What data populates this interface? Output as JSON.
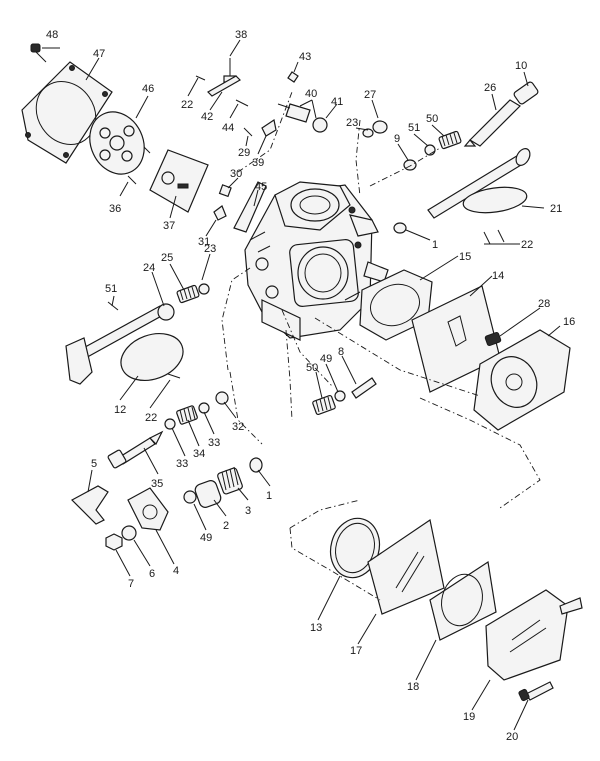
{
  "diagram": {
    "type": "exploded-parts-view",
    "callouts": [
      {
        "id": "c48",
        "label": "48"
      },
      {
        "id": "c47",
        "label": "47"
      },
      {
        "id": "c46",
        "label": "46"
      },
      {
        "id": "c36",
        "label": "36"
      },
      {
        "id": "c37",
        "label": "37"
      },
      {
        "id": "c38",
        "label": "38"
      },
      {
        "id": "c22a",
        "label": "22"
      },
      {
        "id": "c42",
        "label": "42"
      },
      {
        "id": "c44",
        "label": "44"
      },
      {
        "id": "c43",
        "label": "43"
      },
      {
        "id": "c40",
        "label": "40"
      },
      {
        "id": "c41",
        "label": "41"
      },
      {
        "id": "c29",
        "label": "29"
      },
      {
        "id": "c39",
        "label": "39"
      },
      {
        "id": "c30",
        "label": "30"
      },
      {
        "id": "c45",
        "label": "45"
      },
      {
        "id": "c31",
        "label": "31"
      },
      {
        "id": "c27",
        "label": "27"
      },
      {
        "id": "c23a",
        "label": "23"
      },
      {
        "id": "c9",
        "label": "9"
      },
      {
        "id": "c51a",
        "label": "51"
      },
      {
        "id": "c50a",
        "label": "50"
      },
      {
        "id": "c26",
        "label": "26"
      },
      {
        "id": "c10",
        "label": "10"
      },
      {
        "id": "c21",
        "label": "21"
      },
      {
        "id": "c22b",
        "label": "22"
      },
      {
        "id": "c1a",
        "label": "1"
      },
      {
        "id": "c23b",
        "label": "23"
      },
      {
        "id": "c25",
        "label": "25"
      },
      {
        "id": "c24",
        "label": "24"
      },
      {
        "id": "c51b",
        "label": "51"
      },
      {
        "id": "c15",
        "label": "15"
      },
      {
        "id": "c14",
        "label": "14"
      },
      {
        "id": "c28",
        "label": "28"
      },
      {
        "id": "c16",
        "label": "16"
      },
      {
        "id": "c12",
        "label": "12"
      },
      {
        "id": "c22c",
        "label": "22"
      },
      {
        "id": "c8",
        "label": "8"
      },
      {
        "id": "c49a",
        "label": "49"
      },
      {
        "id": "c50b",
        "label": "50"
      },
      {
        "id": "c32",
        "label": "32"
      },
      {
        "id": "c33a",
        "label": "33"
      },
      {
        "id": "c34",
        "label": "34"
      },
      {
        "id": "c33b",
        "label": "33"
      },
      {
        "id": "c35",
        "label": "35"
      },
      {
        "id": "c5",
        "label": "5"
      },
      {
        "id": "c1b",
        "label": "1"
      },
      {
        "id": "c3",
        "label": "3"
      },
      {
        "id": "c2",
        "label": "2"
      },
      {
        "id": "c49b",
        "label": "49"
      },
      {
        "id": "c4",
        "label": "4"
      },
      {
        "id": "c6",
        "label": "6"
      },
      {
        "id": "c7",
        "label": "7"
      },
      {
        "id": "c13",
        "label": "13"
      },
      {
        "id": "c17",
        "label": "17"
      },
      {
        "id": "c18",
        "label": "18"
      },
      {
        "id": "c19",
        "label": "19"
      },
      {
        "id": "c20",
        "label": "20"
      }
    ]
  }
}
